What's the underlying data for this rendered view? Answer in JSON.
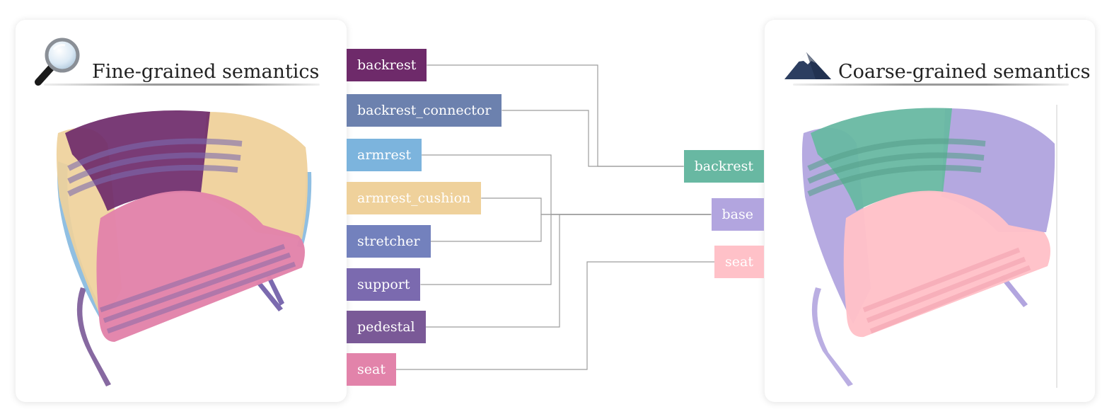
{
  "left_panel": {
    "title": "Fine-grained semantics",
    "icon": "magnifying-glass-icon"
  },
  "right_panel": {
    "title": "Coarse-grained semantics",
    "icon": "mountain-icon"
  },
  "fine_labels": [
    {
      "label": "backrest",
      "color": "#6e2a6a"
    },
    {
      "label": "backrest_connector",
      "color": "#6c81ae"
    },
    {
      "label": "armrest",
      "color": "#7cb4dd"
    },
    {
      "label": "armrest_cushion",
      "color": "#efd19b"
    },
    {
      "label": "stretcher",
      "color": "#7381bd"
    },
    {
      "label": "support",
      "color": "#7b6aaf"
    },
    {
      "label": "pedestal",
      "color": "#7a5997"
    },
    {
      "label": "seat",
      "color": "#e283aa"
    }
  ],
  "coarse_labels": [
    {
      "label": "backrest",
      "color": "#68b8a2"
    },
    {
      "label": "base",
      "color": "#b2a5df"
    },
    {
      "label": "seat",
      "color": "#ffc1c8"
    }
  ],
  "mapping": [
    {
      "from": "backrest",
      "to": "backrest"
    },
    {
      "from": "backrest_connector",
      "to": "backrest"
    },
    {
      "from": "armrest",
      "to": "base"
    },
    {
      "from": "armrest_cushion",
      "to": "base"
    },
    {
      "from": "stretcher",
      "to": "base"
    },
    {
      "from": "support",
      "to": "base"
    },
    {
      "from": "pedestal",
      "to": "base"
    },
    {
      "from": "seat",
      "to": "seat"
    }
  ]
}
